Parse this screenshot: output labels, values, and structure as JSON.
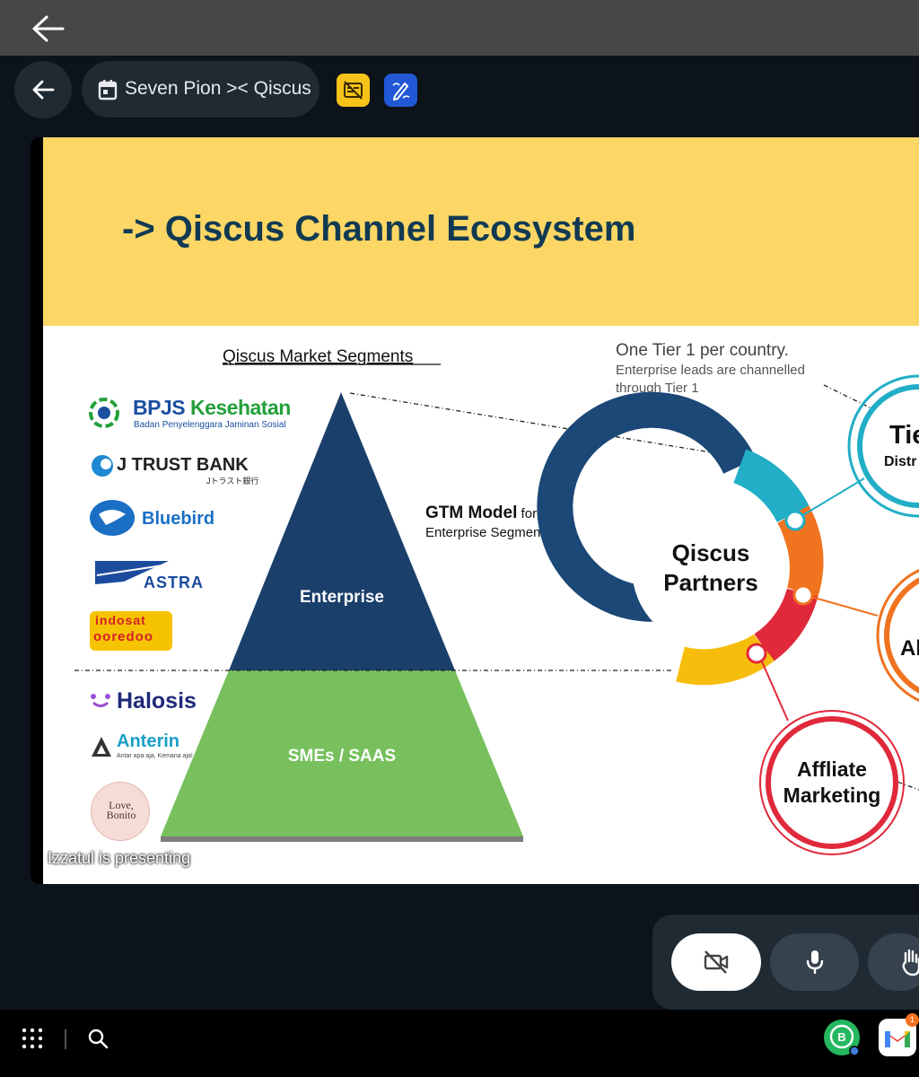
{
  "meeting": {
    "title": "Seven Pion >< Qiscus"
  },
  "slide": {
    "title": "-> Qiscus Channel Ecosystem",
    "segments_heading": "Qiscus Market Segments",
    "pyramid": {
      "top_label": "Enterprise",
      "bottom_label": "SMEs / SAAS",
      "top_color": "#1a3f6b",
      "bottom_color": "#77c05d"
    },
    "gtm_bold": "GTM Model",
    "gtm_for": " for",
    "gtm_sub": "Enterprise Segment",
    "tier_note_line1": "One Tier 1 per country.",
    "tier_note_line2": "Enterprise leads are channelled",
    "tier_note_line3": "through Tier 1",
    "partners_line1": "Qiscus",
    "partners_line2": "Partners",
    "tier_bubble_title": "Tie",
    "tier_bubble_sub": "Distr",
    "ap_bubble": "Al",
    "affiliate_line1": "Affliate",
    "affiliate_line2": "Marketing"
  },
  "logos": {
    "bpjs_name_a": "BPJS ",
    "bpjs_name_b": "Kesehatan",
    "bpjs_sub": "Badan Penyelenggara Jaminan Sosial",
    "jtrust_name": "J TRUST BANK",
    "jtrust_sub": "Jトラスト銀行",
    "bluebird": "Bluebird",
    "astra": "ASTRA",
    "indosat_l1": "indosat",
    "indosat_l2": "ooredoo",
    "halosis": "Halosis",
    "anterin_name": "Anterin",
    "anterin_sub": "Antar apa aja, Kemana aja!",
    "lovebonito_l1": "Love,",
    "lovebonito_l2": "Bonito"
  },
  "presenter_text": "Izzatul  is presenting",
  "colors": {
    "header_yellow": "#fcd765",
    "title_navy": "#113a52",
    "ring_navy": "#1b4877",
    "ring_teal": "#21aec6",
    "ring_orange": "#f0731f",
    "ring_red": "#e0293b",
    "ring_yellow": "#f7bd0c"
  },
  "controls": {
    "camera": "camera-off-icon",
    "mic": "mic-icon",
    "hand": "raise-hand-icon"
  },
  "notifications": {
    "gmail_count": "1"
  }
}
